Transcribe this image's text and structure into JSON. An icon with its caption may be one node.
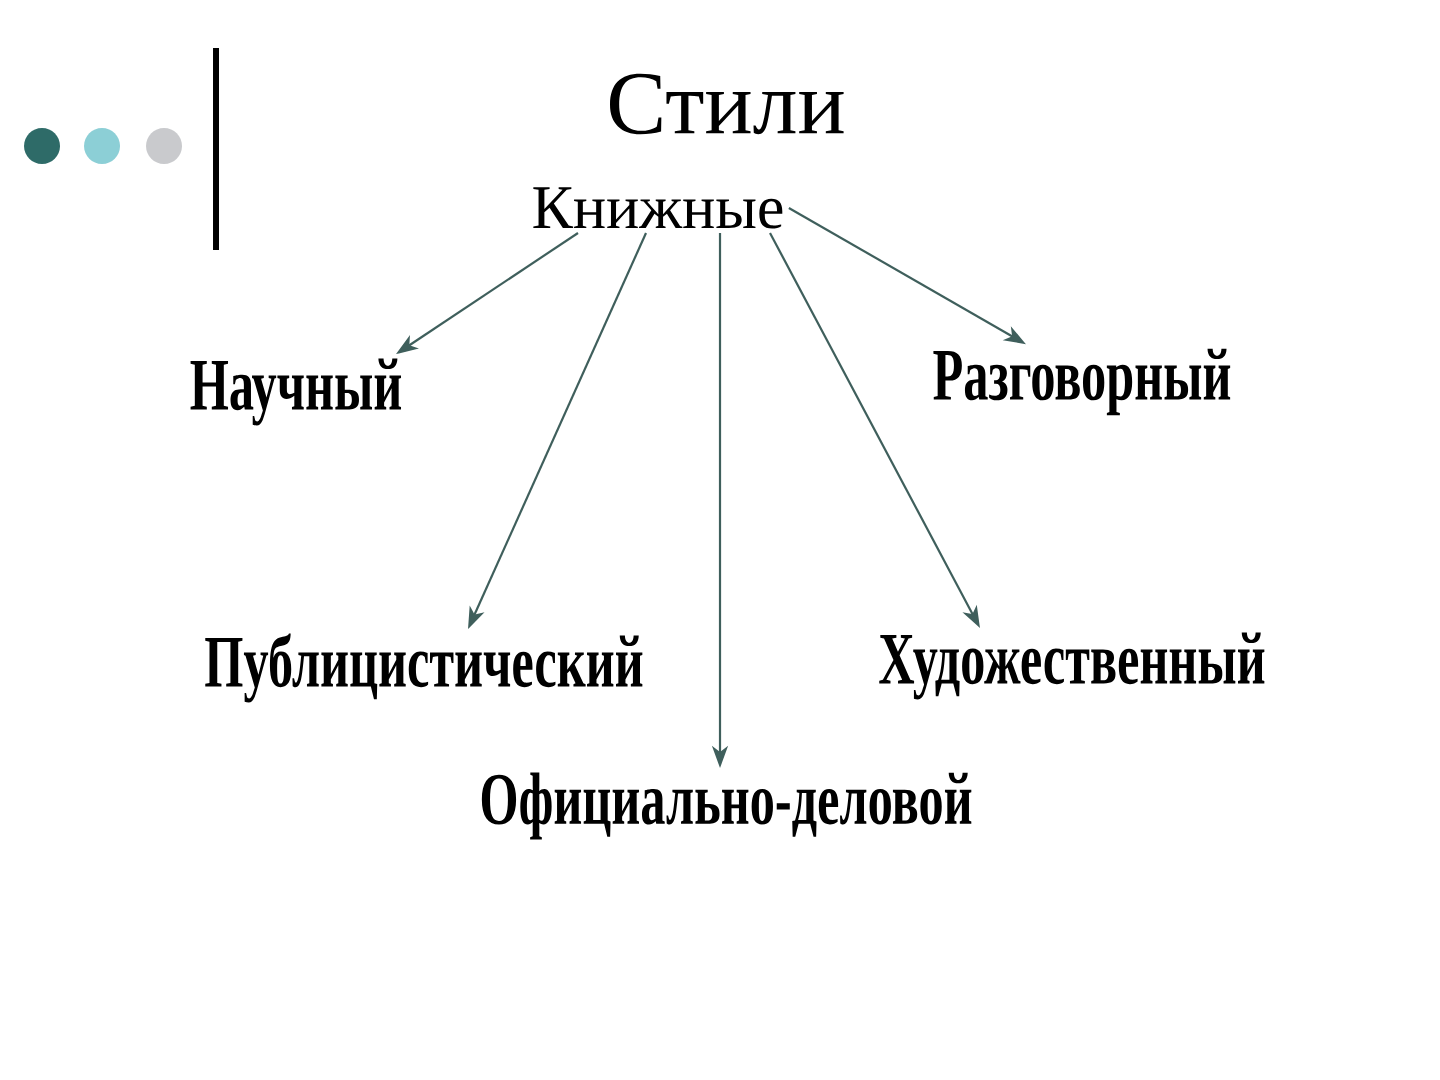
{
  "diagram": {
    "title": "Стили",
    "nodes": [
      {
        "text": [
          "Книжные"
        ]
      },
      {
        "text": [
          "Научный"
        ]
      },
      {
        "text": [
          "Разговорный"
        ]
      },
      {
        "text": [
          "Публицистический"
        ]
      },
      {
        "text": [
          "Художественный"
        ]
      },
      {
        "text": [
          "Официально-деловой"
        ]
      }
    ],
    "edges": [
      {
        "from": 0,
        "to": 1,
        "arrow": "to"
      },
      {
        "from": 0,
        "to": 3,
        "arrow": "to"
      },
      {
        "from": 0,
        "to": 5,
        "arrow": "to"
      },
      {
        "from": 0,
        "to": 4,
        "arrow": "to"
      },
      {
        "from": 0,
        "to": 2,
        "arrow": "to"
      }
    ]
  }
}
